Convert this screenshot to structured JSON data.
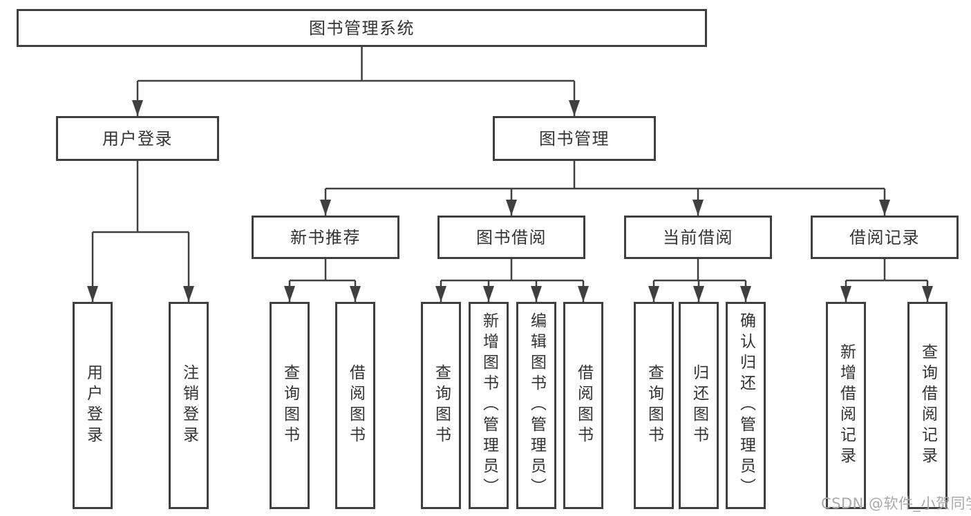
{
  "colors": {
    "line": "#3f3f3f",
    "box_border": "#3f3f3f",
    "text": "#333333",
    "watermark": "#a9a9a9",
    "background": "#ffffff"
  },
  "watermark": "CSDN @软件_小贺同学",
  "diagram": {
    "root": {
      "label": "图书管理系统"
    },
    "branches": [
      {
        "label": "用户登录",
        "children": [
          {
            "label": "用户登录"
          },
          {
            "label": "注销登录"
          }
        ]
      },
      {
        "label": "图书管理",
        "children": [
          {
            "label": "新书推荐",
            "children": [
              {
                "label": "查询图书"
              },
              {
                "label": "借阅图书"
              }
            ]
          },
          {
            "label": "图书借阅",
            "children": [
              {
                "label": "查询图书"
              },
              {
                "label": "新增图书（管理员）"
              },
              {
                "label": "编辑图书（管理员）"
              },
              {
                "label": "借阅图书"
              }
            ]
          },
          {
            "label": "当前借阅",
            "children": [
              {
                "label": "查询图书"
              },
              {
                "label": "归还图书"
              },
              {
                "label": "确认归还（管理员）"
              }
            ]
          },
          {
            "label": "借阅记录",
            "children": [
              {
                "label": "新增借阅记录"
              },
              {
                "label": "查询借阅记录"
              }
            ]
          }
        ]
      }
    ]
  }
}
